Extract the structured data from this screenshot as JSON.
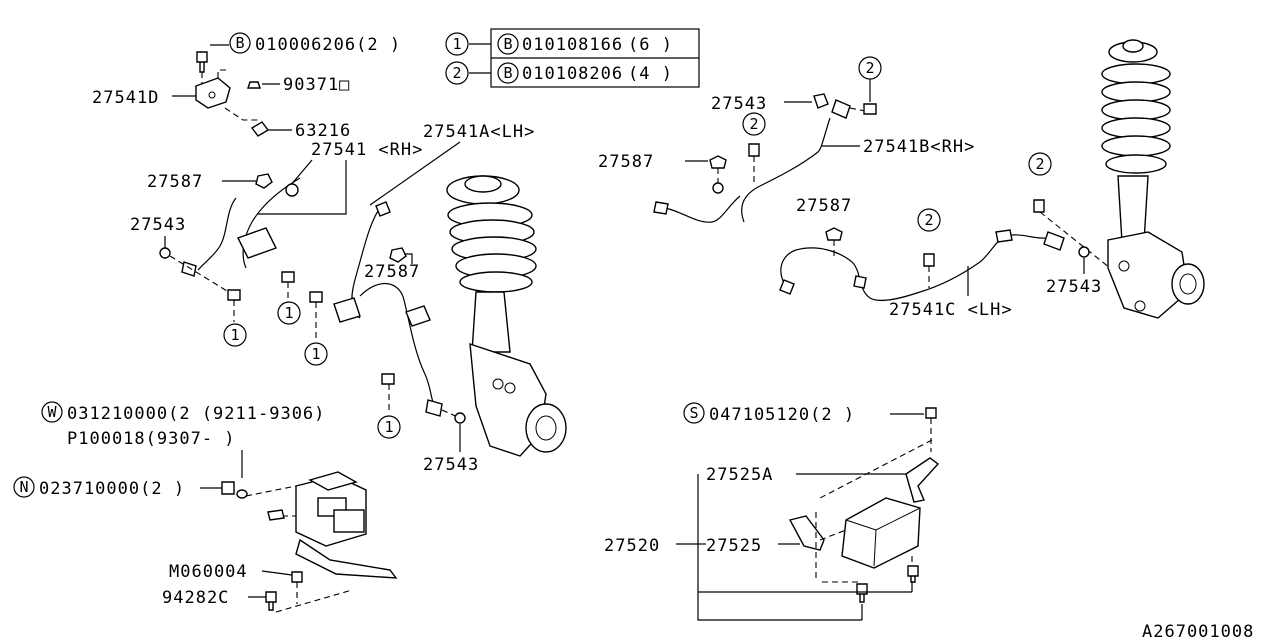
{
  "legend": [
    {
      "num": "1",
      "code": "B",
      "part": "010108166",
      "qty": "(6  )"
    },
    {
      "num": "2",
      "code": "B",
      "part": "010108206",
      "qty": "(4  )"
    }
  ],
  "labels": {
    "bolt_top": "010006206(2  )",
    "bolt_top_code": "B",
    "p27541D": "27541D",
    "p90371": "90371□",
    "p63216": "63216",
    "p27541A": "27541A<LH>",
    "p27541": "27541 <RH>",
    "p27587_a": "27587",
    "p27543_a": "27543",
    "p27587_b": "27587",
    "p27543_b": "27543",
    "washer_w": "031210000(2 (9211-9306)",
    "washer_w_code": "W",
    "p100018": "P100018(9307-        )",
    "nut_n": "023710000(2  )",
    "nut_n_code": "N",
    "m060004": "M060004",
    "p94282C": "94282C",
    "r27543_top": "27543",
    "r27587_a": "27587",
    "r27541B": "27541B<RH>",
    "r27587_b": "27587",
    "r27543_bottom": "27543",
    "r27541C": "27541C <LH>",
    "screw_s": "047105120(2  )",
    "screw_s_code": "S",
    "p27525A": "27525A",
    "p27520": "27520",
    "p27525": "27525",
    "ref_code": "A267001008"
  },
  "callouts": {
    "one": "1",
    "two": "2"
  }
}
